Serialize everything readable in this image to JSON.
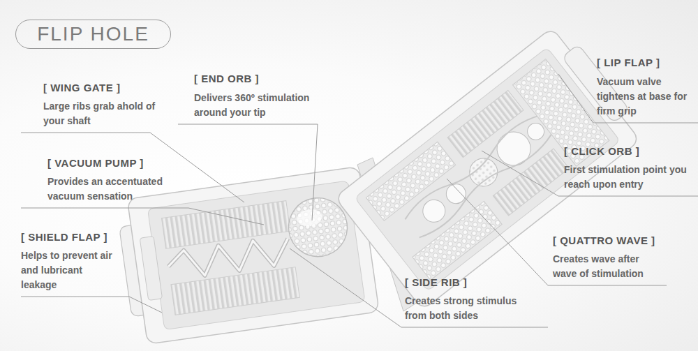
{
  "diagram": {
    "title": "FLIP HOLE",
    "labels": [
      "[ WING GATE ]",
      "Large ribs grab ahold of your shaft",
      "[ END ORB ]",
      "Delivers 360º stimulation around your tip",
      "[ VACUUM PUMP ]",
      "Provides an accentuated vacuum sensation",
      "[ SHIELD FLAP ]",
      "Helps to prevent air and lubricant leakage",
      "[ LIP FLAP ]",
      "Vacuum valve tightens at base for firm grip",
      "[ CLICK ORB ]",
      "First stimulation point you reach upon entry",
      "[ QUATTRO WAVE ]",
      "Creates wave after wave of stimulation",
      "[ SIDE RIB ]",
      "Creates strong stimulus from both sides"
    ]
  }
}
